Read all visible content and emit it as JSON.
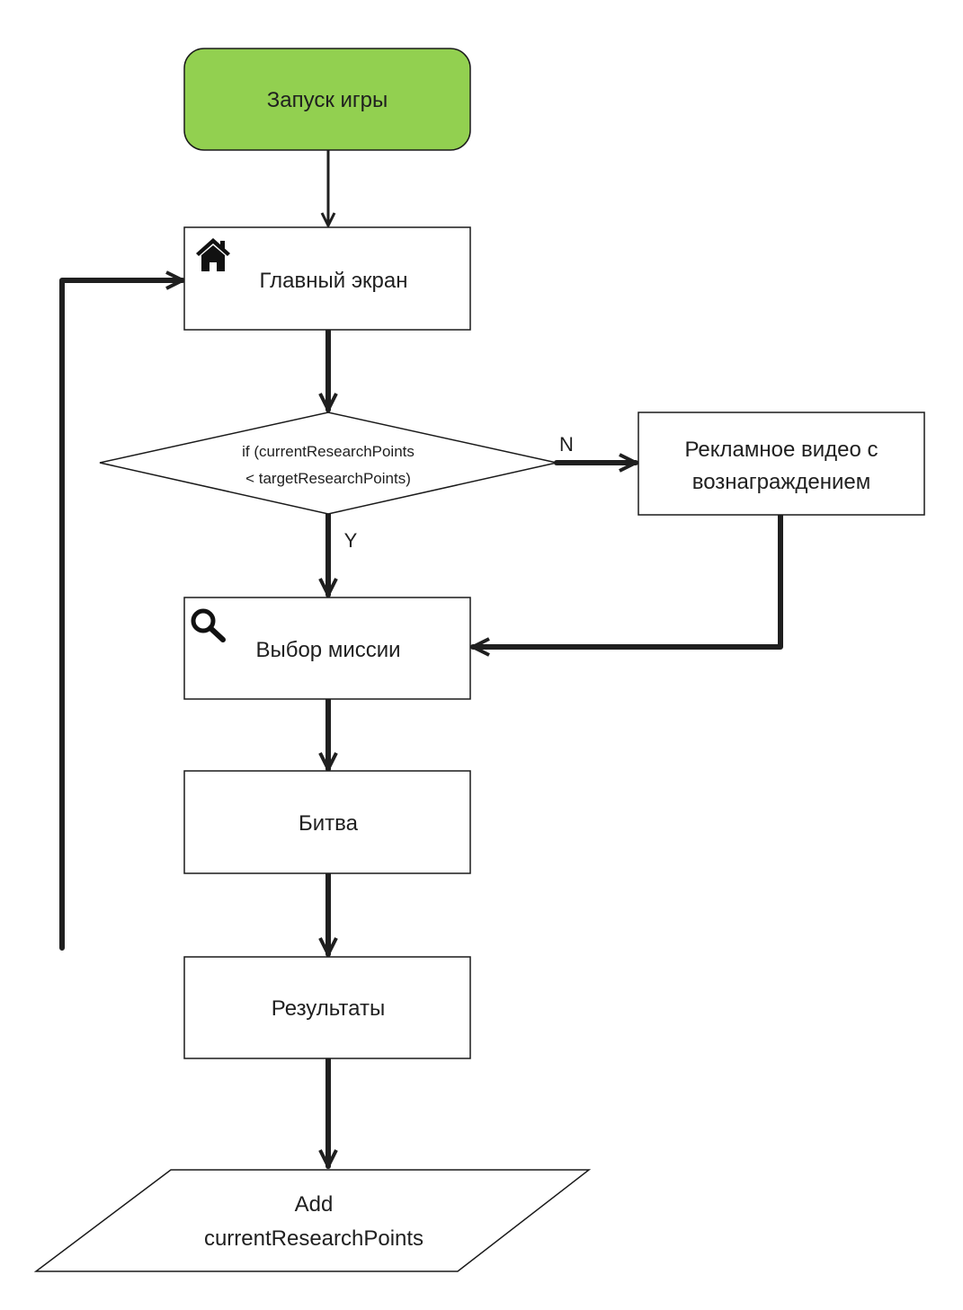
{
  "colors": {
    "start_fill": "#92d050",
    "stroke": "#1a1a1a",
    "edge": "#1f1f1f",
    "box_fill": "#ffffff"
  },
  "nodes": {
    "start": {
      "label": "Запуск игры"
    },
    "main_screen": {
      "label": "Главный экран",
      "icon": "home-icon"
    },
    "decision": {
      "line1": "if (currentResearchPoints",
      "line2": "< targetResearchPoints)"
    },
    "ad_video": {
      "line1": "Рекламное видео с",
      "line2": "вознаграждением"
    },
    "mission_select": {
      "label": "Выбор миссии",
      "icon": "search-icon"
    },
    "battle": {
      "label": "Битва"
    },
    "results": {
      "label": "Результаты"
    },
    "add_points": {
      "line1": "Add",
      "line2": "currentResearchPoints"
    }
  },
  "edges": {
    "no_label": "N",
    "yes_label": "Y"
  }
}
